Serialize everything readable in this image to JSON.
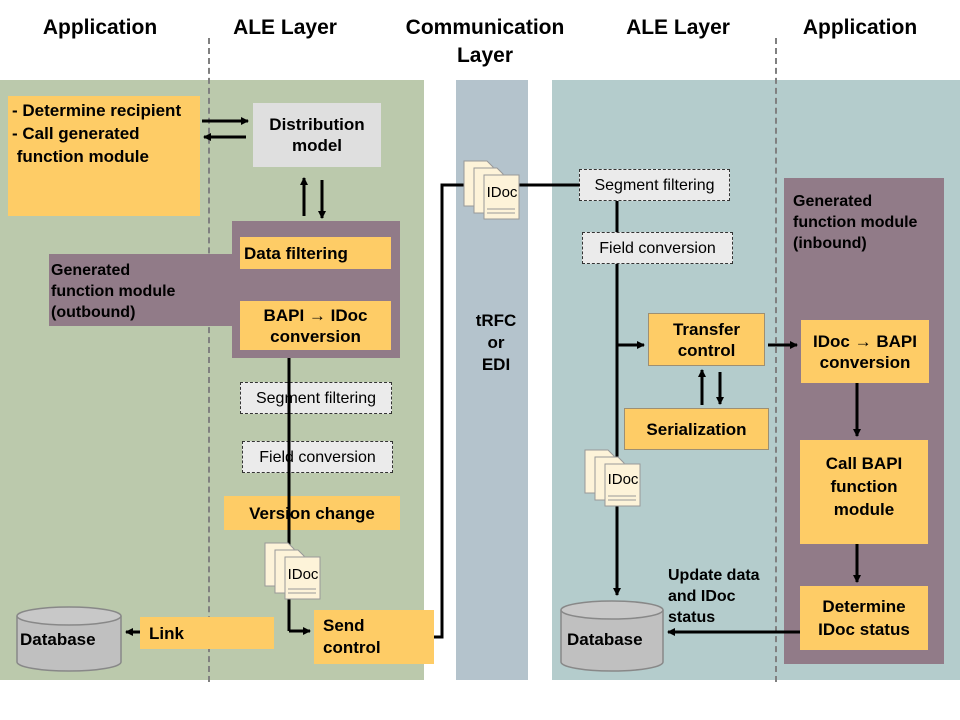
{
  "headers": {
    "left_application": "Application",
    "left_ale": "ALE Layer",
    "communication_line1": "Communication",
    "communication_line2": "Layer",
    "right_ale": "ALE Layer",
    "right_application": "Application"
  },
  "outbound": {
    "app_box": [
      "- Determine recipient",
      "- Call generated",
      " function module"
    ],
    "distribution_model": [
      "Distribution",
      "model"
    ],
    "generated_fm": [
      "Generated",
      "function module",
      "(outbound)"
    ],
    "data_filtering": "Data filtering",
    "bapi_idoc": [
      "BAPI → IDoc",
      "conversion"
    ],
    "segment_filtering": "Segment filtering",
    "field_conversion": "Field conversion",
    "version_change": "Version change",
    "idoc": "IDoc",
    "database": "Database",
    "link": "Link",
    "send_control": [
      "Send",
      "control"
    ]
  },
  "communication": {
    "idoc": "IDoc",
    "protocol": [
      "tRFC",
      "or",
      "EDI"
    ]
  },
  "inbound": {
    "segment_filtering": "Segment filtering",
    "field_conversion": "Field conversion",
    "transfer_control": [
      "Transfer",
      "control"
    ],
    "serialization": "Serialization",
    "idoc": "IDoc",
    "database": "Database",
    "update_label": [
      "Update data",
      "and IDoc",
      "status"
    ],
    "generated_fm": [
      "Generated",
      "function module",
      "(inbound)"
    ],
    "idoc_bapi": [
      "IDoc → BAPI",
      "conversion"
    ],
    "call_bapi": [
      "Call BAPI",
      "function",
      "module"
    ],
    "determine_status": [
      "Determine",
      "IDoc status"
    ]
  },
  "colors": {
    "outbound_bg": "#bbc9ac",
    "comm_bg": "#b4c3cc",
    "inbound_bg": "#b4cccc",
    "orange": "#fecc66",
    "purple": "#917b88",
    "grey_box": "#dfdfdf",
    "database": "#c0c0c0"
  }
}
